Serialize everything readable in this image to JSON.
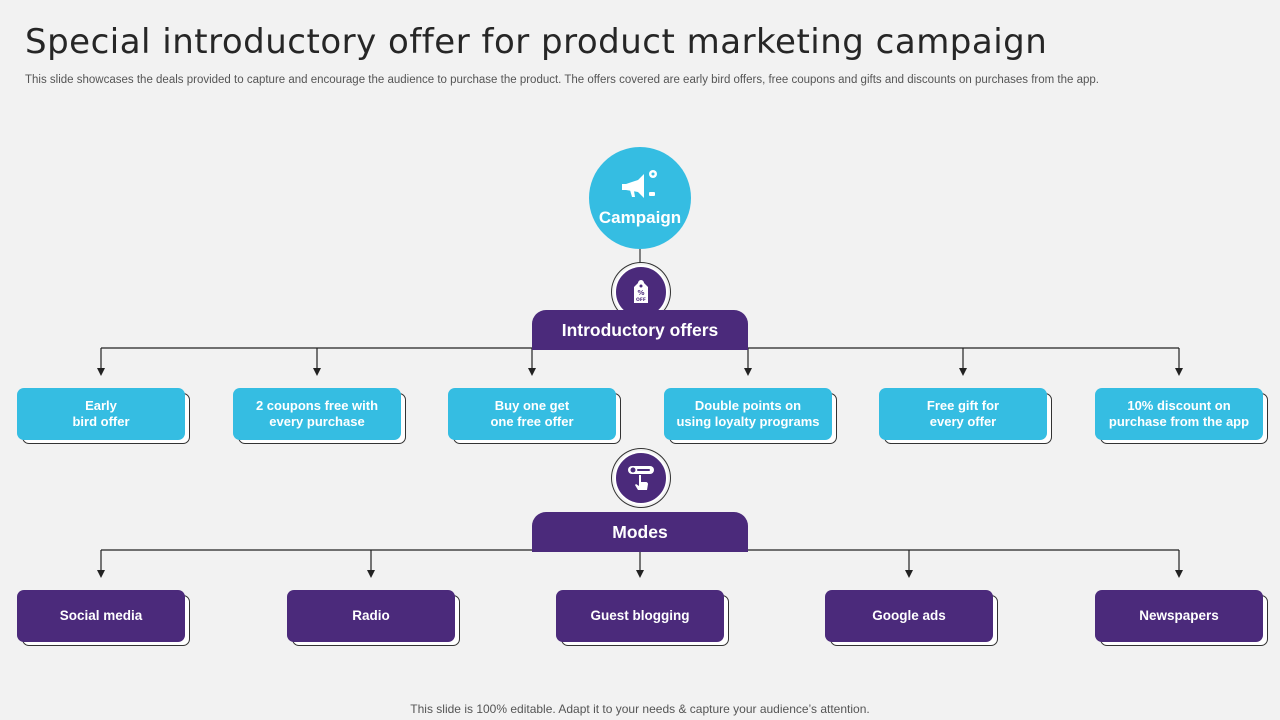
{
  "header": {
    "title": "Special introductory offer for product marketing campaign",
    "subtitle": "This slide showcases the deals provided to capture and encourage the audience to purchase the product. The offers covered are early bird offers, free coupons and gifts and discounts on purchases from the app."
  },
  "root": {
    "label": "Campaign",
    "icon": "megaphone-icon"
  },
  "offers": {
    "label": "Introductory offers",
    "icon": "discount-tag-icon",
    "items": [
      "Early\nbird offer",
      "2 coupons free  with\nevery purchase",
      "Buy one get\none free offer",
      "Double points on\nusing loyalty programs",
      "Free gift for\nevery offer",
      "10%  discount on\npurchase from the app"
    ]
  },
  "modes": {
    "label": "Modes",
    "icon": "touch-toggle-icon",
    "items": [
      "Social media",
      "Radio",
      "Guest blogging",
      "Google ads",
      "Newspapers"
    ]
  },
  "footer": {
    "text": "This slide is 100% editable. Adapt it to your needs & capture your audience’s attention."
  },
  "colors": {
    "accent_blue": "#35bde2",
    "accent_purple": "#4b2a7b",
    "background": "#f2f2f2"
  }
}
